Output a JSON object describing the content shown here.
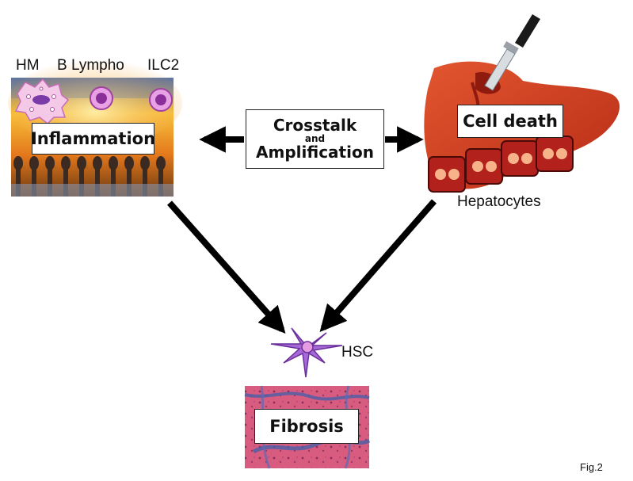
{
  "labels": {
    "hm": "HM",
    "b_lympho": "B Lympho",
    "ilc2": "ILC2",
    "inflammation": "Inflammation",
    "crosstalk": "Crosstalk",
    "and": "and",
    "amplification": "Amplification",
    "cell_death": "Cell death",
    "hepatocytes": "Hepatocytes",
    "hsc": "HSC",
    "fibrosis": "Fibrosis",
    "fig": "Fig.2"
  },
  "colors": {
    "arrow": "#000000",
    "flame": "#f5a623",
    "liver": "#c8321c",
    "hepatocyte_cell": "#b3211c",
    "hepatocyte_nucleus": "#f6b38a",
    "lymphocyte": "#d77ad8",
    "hsc": "#9b59d0",
    "fibrosis_pink": "#d9547a",
    "fibrosis_blue": "#4b5fa8"
  },
  "icons": [
    "macrophage-icon",
    "lymphocyte-icon",
    "matchstick-icon",
    "liver-icon",
    "knife-icon",
    "hepatocyte-icon",
    "stellate-cell-icon",
    "histology-image"
  ]
}
